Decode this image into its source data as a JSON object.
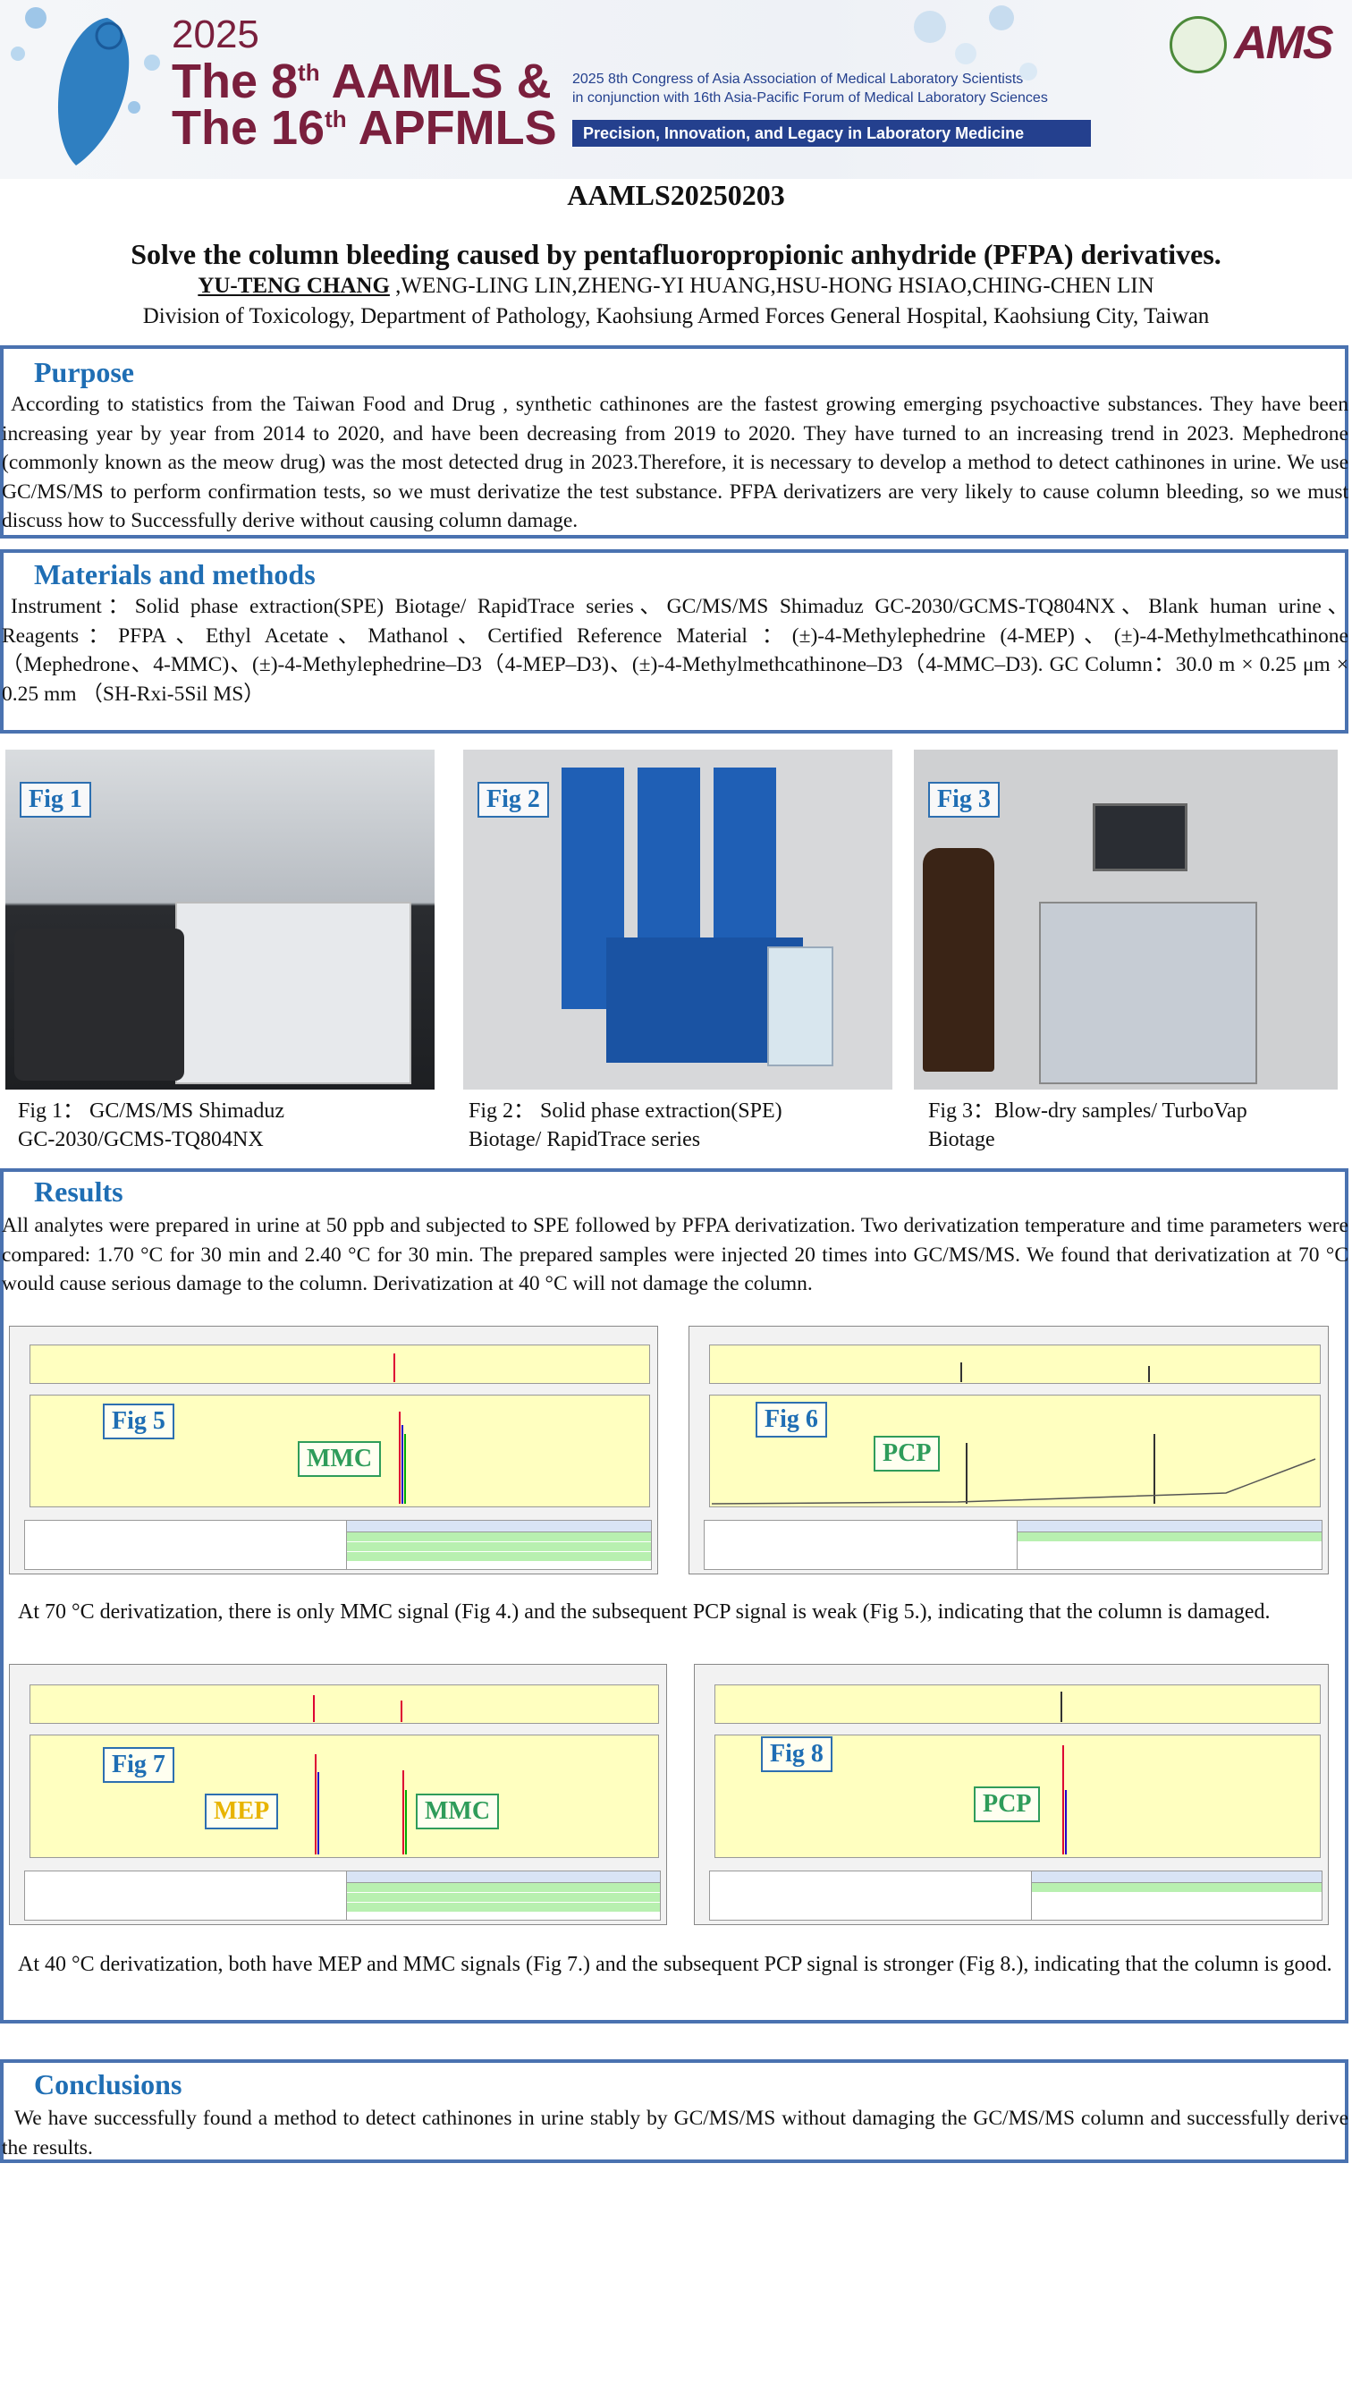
{
  "banner": {
    "year": "2025",
    "line1_a": "The 8",
    "line1_sup": "th",
    "line1_b": " AAMLS &",
    "line2_a": "The 16",
    "line2_sup": "th",
    "line2_b": " APFMLS",
    "subtitle_1": "2025 8th Congress of Asia Association of Medical Laboratory Scientists",
    "subtitle_2": "in conjunction with 16th Asia-Pacific Forum of Medical Laboratory Sciences",
    "tagline": "Precision, Innovation, and Legacy in Laboratory Medicine",
    "logo_text": "AMS"
  },
  "abstract_code": "AAMLS20250203",
  "title": "Solve the column bleeding caused by pentafluoropropionic anhydride (PFPA) derivatives.",
  "authors": {
    "lead": "YU-TENG CHANG",
    "others": " ,WENG-LING LIN,ZHENG-YI HUANG,HSU-HONG HSIAO,CHING-CHEN LIN"
  },
  "affiliation": "Division of Toxicology, Department of Pathology, Kaohsiung Armed Forces General Hospital, Kaohsiung City, Taiwan",
  "purpose": {
    "heading": "Purpose",
    "text": "According to statistics from the Taiwan Food and Drug , synthetic cathinones are the fastest growing emerging psychoactive substances. They have been increasing year by year from 2014 to 2020, and have been decreasing from 2019 to 2020. They have turned to an increasing trend in 2023. Mephedrone (commonly known as the meow drug) was the most detected drug in 2023.Therefore, it is necessary to develop a method to detect cathinones in urine. We use GC/MS/MS to perform confirmation tests, so we must derivatize the test substance. PFPA derivatizers are very likely to cause column bleeding, so we must discuss how to Successfully derive without causing column damage."
  },
  "methods": {
    "heading": "Materials and methods",
    "text": "Instrument：Solid phase extraction(SPE) Biotage/ RapidTrace series、GC/MS/MS Shimaduz GC-2030/GCMS-TQ804NX、Blank human urine、Reagents：PFPA、Ethyl Acetate、Mathanol、Certified Reference Material ：(±)-4-Methylephedrine (4-MEP)、(±)-4-Methylmethcathinone（Mephedrone、4-MMC)、(±)-4-Methylephedrine–D3（4-MEP–D3)、(±)-4-Methylmethcathinone–D3（4-MMC–D3). GC Column：30.0 m × 0.25 μm × 0.25 mm （SH-Rxi-5Sil MS）"
  },
  "figures": {
    "fig1": {
      "label": "Fig 1",
      "caption_1": "Fig 1： GC/MS/MS Shimaduz",
      "caption_2": "GC-2030/GCMS-TQ804NX"
    },
    "fig2": {
      "label": "Fig 2",
      "caption_1": "Fig 2： Solid phase extraction(SPE)",
      "caption_2": "Biotage/ RapidTrace series"
    },
    "fig3": {
      "label": "Fig 3",
      "caption_1": "Fig 3：Blow-dry samples/ TurboVap",
      "caption_2": "Biotage"
    }
  },
  "results": {
    "heading": "Results",
    "text": "All analytes were prepared in urine at 50 ppb and subjected to SPE followed by PFPA derivatization. Two derivatization temperature and time parameters were compared: 1.70 °C for 30 min and 2.40 °C for 30 min. The prepared samples were injected 20 times into GC/MS/MS. We found that derivatization at 70 °C would cause serious damage to the column. Derivatization at 40 °C will not damage the column.",
    "fig5": {
      "label": "Fig 5",
      "compound": "MMC"
    },
    "fig6": {
      "label": "Fig 6",
      "compound": "PCP"
    },
    "fig7": {
      "label": "Fig 7",
      "compound_1": "MEP",
      "compound_2": "MMC"
    },
    "fig8": {
      "label": "Fig 8",
      "compound": "PCP"
    },
    "note_70": "At 70 °C derivatization, there is only MMC signal (Fig 4.) and the subsequent PCP signal is weak (Fig 5.), indicating that the column is damaged.",
    "note_40": "At 40 °C derivatization, both have MEP and MMC signals (Fig 7.) and the subsequent PCP signal is stronger (Fig 8.), indicating that the column is good."
  },
  "conclusions": {
    "heading": "Conclusions",
    "text": "We have successfully found a method to detect cathinones in urine stably by GC/MS/MS without damaging the GC/MS/MS column and successfully derive the results."
  },
  "colors": {
    "heading_blue": "#1f6eb4",
    "border_blue": "#4a72b0",
    "banner_maroon": "#7a1f3d",
    "banner_navy": "#24408e",
    "plot_yellow": "#ffffc0"
  }
}
